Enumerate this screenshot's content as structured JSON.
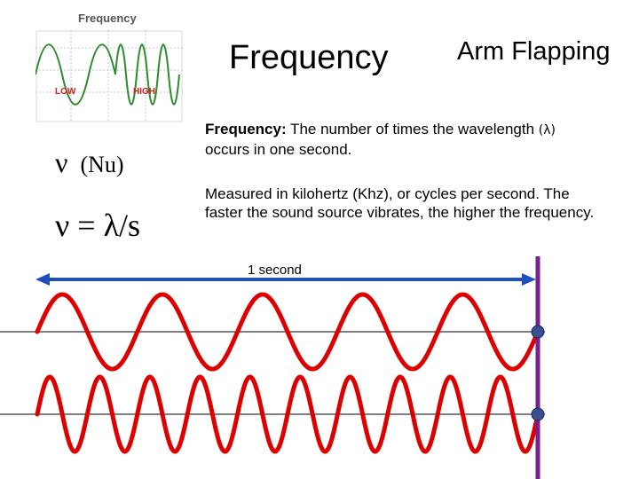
{
  "slide": {
    "title": "Frequency",
    "subtitle": "Arm Flapping"
  },
  "thumbnail": {
    "title": "Frequency",
    "low_label": "LOW",
    "high_label": "HIGH"
  },
  "symbols": {
    "nu": "ν",
    "nu_name": "(Nu)",
    "formula": "ν = λ/s"
  },
  "definition": {
    "term": "Frequency:",
    "text_before_lambda": " The number of times the wavelength ",
    "lambda": "(λ)",
    "text_after_lambda": " occurs in one second."
  },
  "measurement": {
    "text": "Measured in kilohertz (Khz), or cycles per second. The faster the sound source vibrates, the higher the frequency."
  },
  "diagram": {
    "span_label": "1 second",
    "waves": [
      {
        "cycles": 5,
        "color": "#dd0000"
      },
      {
        "cycles": 10,
        "color": "#dd0000"
      }
    ],
    "arrow_color": "#1f4fbf",
    "marker_line_color": "#7a1f8f",
    "dot_color": "#3a4f8f"
  }
}
